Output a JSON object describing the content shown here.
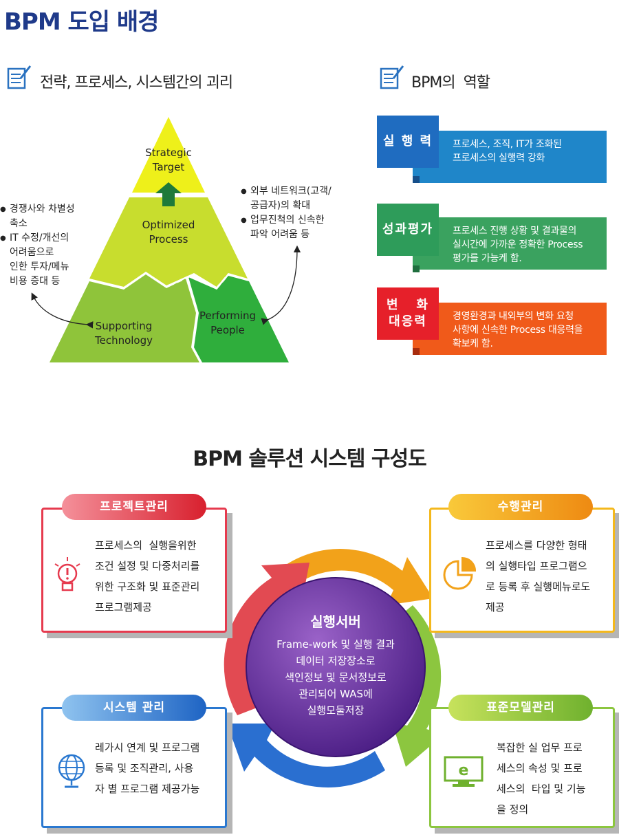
{
  "title": "BPM 도입 배경",
  "gap_section": {
    "heading": "전략, 프로세스, 시스템간의 괴리",
    "pyramid": {
      "top": [
        "Strategic",
        "Target"
      ],
      "middle": [
        "Optimized",
        "Process"
      ],
      "left": [
        "Supporting",
        "Technology"
      ],
      "right": [
        "Performing",
        "People"
      ]
    },
    "left_bullets": [
      [
        "경쟁사와 차별성",
        "축소"
      ],
      [
        "IT 수정/개선의",
        "어려움으로",
        "인한 투자/메뉴",
        "비용 증대 등"
      ]
    ],
    "right_bullets": [
      [
        "외부 네트워크(고객/",
        "공급자)의 확대"
      ],
      [
        "업무진척의 신속한",
        "파악 어려움 등"
      ]
    ],
    "colors": {
      "top": "#eef01a",
      "middle": "#c8dd2e",
      "left": "#8fc43a",
      "right": "#2fae3c",
      "arrow": "#1e7a3a"
    }
  },
  "role_section": {
    "heading": "BPM의  역할",
    "roles": [
      {
        "tag": [
          "실 행 력"
        ],
        "text": [
          "프로세스, 조직, IT가 조화된",
          "프로세스의 실행력 강화"
        ],
        "tag_color": "#1f6cc0",
        "box_color": "#1f86c9"
      },
      {
        "tag": [
          "성과평가"
        ],
        "text": [
          "프로세스 진행 상황 및 결과물의",
          "실시간에 가까운 정확한 Process",
          "평가를 가능케 함."
        ],
        "tag_color": "#2e9c5a",
        "box_color": "#3aa25f"
      },
      {
        "tag": [
          "변   화",
          "대응력"
        ],
        "text": [
          "경영환경과 내외부의 변화 요청",
          "사항에 신속한 Process 대응력을",
          "확보케 함."
        ],
        "tag_color": "#e6202a",
        "box_color": "#f05a1a"
      }
    ]
  },
  "system_title": "BPM 솔루션 시스템 구성도",
  "hub": {
    "title": "실행서버",
    "lines": [
      "Frame-work 및 실행 결과",
      "데이터 저장장소로",
      "색인정보 및 문서정보로",
      "관리되어 WAS에",
      "실행모둘저장"
    ]
  },
  "modules": [
    {
      "key": "project",
      "label": "프로젝트관리",
      "text": [
        "프로세스의  실행을위한",
        "조건 설정 및 다중처리를",
        "위한 구조화 및 표준관리",
        "프로그램제공"
      ],
      "icon": "lightbulb-icon",
      "color": "#e63a4e",
      "pill_from": "#f4909a",
      "pill_to": "#d8202e"
    },
    {
      "key": "execution",
      "label": "수행관리",
      "text": [
        "프로세스를 다양한 형태",
        "의 실행타입 프로그램으",
        "로 등록 후 실행메뉴로도",
        "제공"
      ],
      "icon": "pie-chart-icon",
      "color": "#f4b81c",
      "pill_from": "#f9c93a",
      "pill_to": "#ee8a12"
    },
    {
      "key": "system",
      "label": "시스템 관리",
      "text": [
        "레가시 연계 및 프로그램",
        "등록 및 조직관리, 사용",
        "자 별 프로그램 제공가능"
      ],
      "icon": "globe-icon",
      "color": "#2a78d0",
      "pill_from": "#8fc3ef",
      "pill_to": "#1e64c4"
    },
    {
      "key": "standard",
      "label": "표준모델관리",
      "text": [
        "복잡한 실 업무 프로",
        "세스의 속성 및 프로",
        "세스의  타입 및 기능",
        "을 정의"
      ],
      "icon": "monitor-e-icon",
      "color": "#8cc63f",
      "pill_from": "#c7e25c",
      "pill_to": "#6fb12e"
    }
  ]
}
